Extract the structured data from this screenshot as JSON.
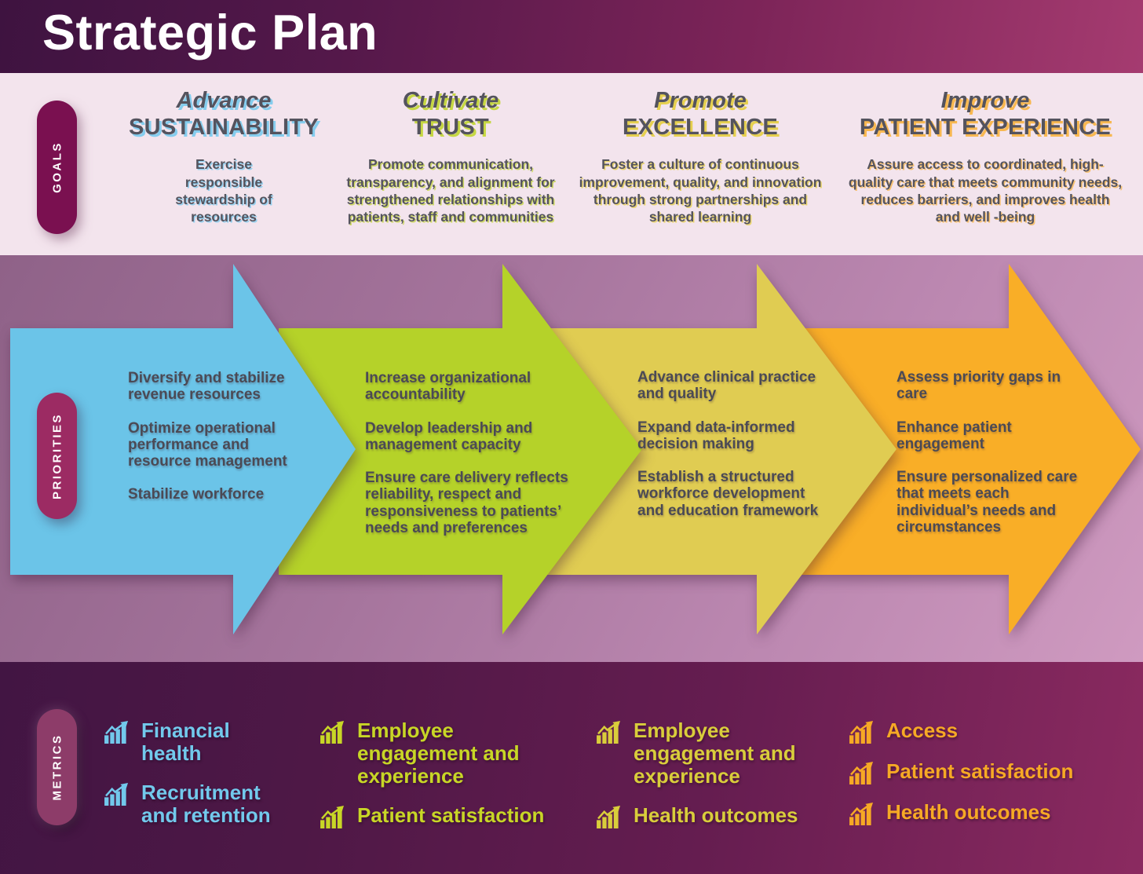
{
  "header": {
    "title": "Strategic Plan"
  },
  "goals": {
    "label": "GOALS",
    "columns": [
      {
        "lead": "Advance",
        "name": "SUSTAINABILITY",
        "description": "Exercise responsible stewardship of resources",
        "accent": "#6bc4e8"
      },
      {
        "lead": "Cultivate",
        "name": "TRUST",
        "description": "Promote communication, transparency, and alignment for strengthened relationships with patients, staff and communities",
        "accent": "#b5d229"
      },
      {
        "lead": "Promote",
        "name": "EXCELLENCE",
        "description": "Foster a culture of continuous improvement, quality, and innovation through strong partnerships and shared learning",
        "accent": "#e0cc52"
      },
      {
        "lead": "Improve",
        "name": "PATIENT EXPERIENCE",
        "description": "Assure access to coordinated, high-quality care that meets community needs, reduces barriers, and improves health and well -being",
        "accent": "#f9ae27"
      }
    ]
  },
  "priorities": {
    "label": "PRIORITIES",
    "arrows": [
      {
        "color": "#6bc4e8",
        "items": [
          "Diversify and stabilize revenue resources",
          "Optimize operational performance and resource management",
          "Stabilize workforce"
        ]
      },
      {
        "color": "#b5d229",
        "items": [
          "Increase organizational accountability",
          "Develop leadership and management capacity",
          "Ensure care delivery reflects reliability, respect and responsiveness to patients’ needs and preferences"
        ]
      },
      {
        "color": "#e0cc52",
        "items": [
          "Advance clinical practice and quality",
          "Expand data-informed decision making",
          "Establish a structured workforce development and education framework"
        ]
      },
      {
        "color": "#f9ae27",
        "items": [
          "Assess priority gaps in care",
          "Enhance patient engagement",
          "Ensure personalized care that meets each individual’s needs and circumstances"
        ]
      }
    ]
  },
  "metrics": {
    "label": "METRICS",
    "columns": [
      {
        "color": "#72c9ec",
        "items": [
          "Financial health",
          "Recruitment and retention"
        ]
      },
      {
        "color": "#c8d626",
        "items": [
          "Employee engagement and experience",
          "Patient satisfaction"
        ]
      },
      {
        "color": "#d9cd3b",
        "items": [
          "Employee engagement and experience",
          "Health outcomes"
        ]
      },
      {
        "color": "#f6a925",
        "items": [
          "Access",
          "Patient satisfaction",
          "Health outcomes"
        ]
      }
    ]
  }
}
